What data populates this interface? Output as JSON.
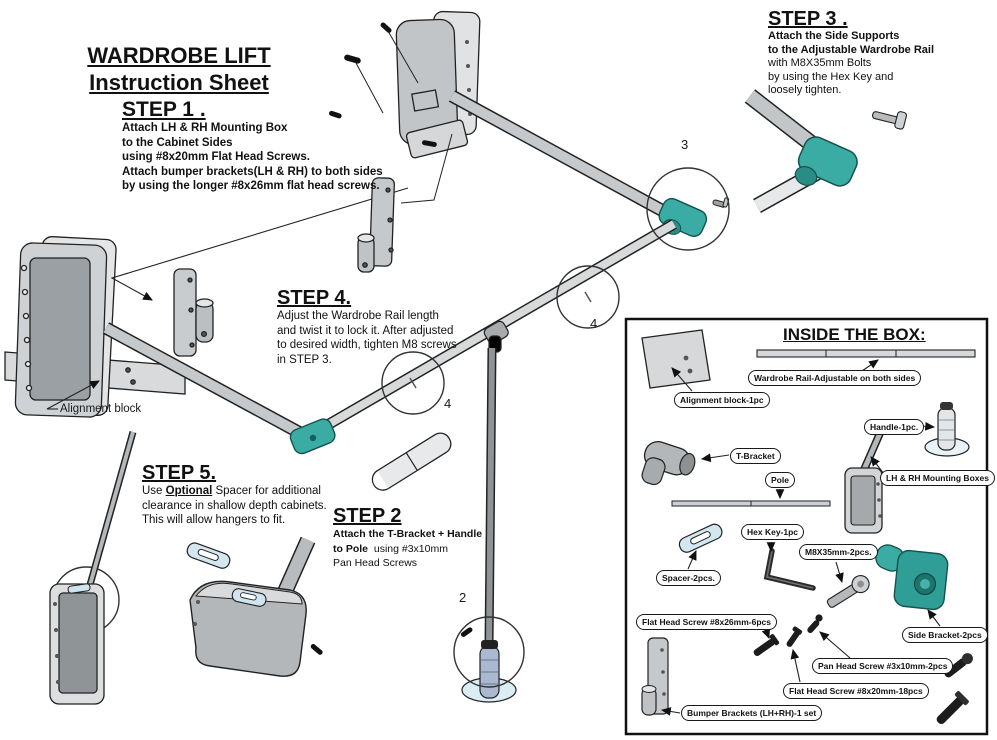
{
  "title": {
    "line1": "WARDROBE LIFT",
    "line2": "Instruction Sheet"
  },
  "steps": {
    "step1": {
      "heading": "STEP 1 .",
      "lines": [
        "Attach LH & RH Mounting Box",
        "to the Cabinet Sides",
        "using #8x20mm Flat Head Screws.",
        "Attach bumper brackets(LH & RH) to both sides",
        "by using the longer #8x26mm flat head screws."
      ]
    },
    "step2": {
      "heading": "STEP 2",
      "line1_bold": "Attach the T-Bracket + Handle",
      "line2_bold": "to Pole",
      "line2_rest": "  using #3x10mm",
      "line3": "Pan Head Screws"
    },
    "step3": {
      "heading": "STEP 3 .",
      "bold_lines": [
        "Attach the Side Supports",
        "to the Adjustable Wardrobe Rail"
      ],
      "lines": [
        "with M8X35mm Bolts",
        "by using the Hex Key and",
        "loosely tighten."
      ]
    },
    "step4": {
      "heading": "STEP 4.",
      "lines": [
        "Adjust the Wardrobe Rail length",
        "and twist it to lock it. After adjusted",
        "to desired width, tighten M8 screws",
        "in STEP 3."
      ]
    },
    "step5": {
      "heading": "STEP 5.",
      "line1_pre": "Use ",
      "line1_bold": "Optional",
      "line1_post": " Spacer for additional",
      "line2": "clearance in shallow depth cabinets.",
      "line3": "This will allow hangers to fit."
    }
  },
  "diagram": {
    "alignment_block_label": "Alignment block",
    "markers": {
      "step3": "3",
      "rail_upper": "4",
      "rail_lower": "4",
      "handle": "2"
    }
  },
  "inside_box": {
    "title": "INSIDE THE BOX:",
    "labels": {
      "alignment_block": "Alignment block-1pc",
      "rail": "Wardrobe Rail-Adjustable on both sides",
      "t_bracket": "T-Bracket",
      "handle": "Handle-1pc.",
      "pole": "Pole",
      "mounting_boxes": "LH & RH Mounting Boxes",
      "hex_key": "Hex Key-1pc",
      "m8_bolts": "M8X35mm-2pcs.",
      "spacer": "Spacer-2pcs.",
      "flat_screw_26": "Flat Head Screw #8x26mm-6pcs",
      "side_bracket": "Side Bracket-2pcs",
      "pan_screw": "Pan Head Screw #3x10mm-2pcs",
      "flat_screw_20": "Flat Head Screw #8x20mm-18pcs",
      "bumper_brackets": "Bumper Brackets (LH+RH)-1 set"
    }
  },
  "colors": {
    "teal_accent": "#3aaca3",
    "teal_dark": "#1c6f68",
    "light_blue": "#d3e7f0",
    "handle_blue": "#aab8d0",
    "metal_gray": "#c6c9cb",
    "line": "#1a1a1a"
  }
}
